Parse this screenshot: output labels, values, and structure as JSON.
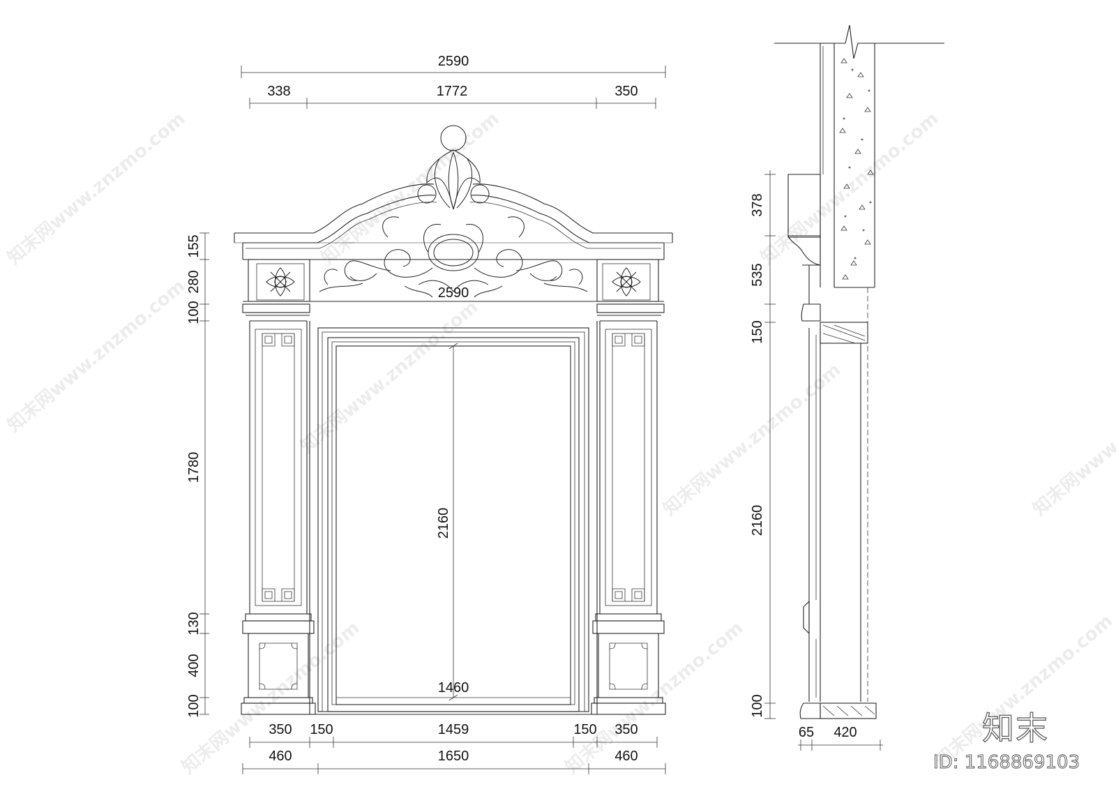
{
  "elevation": {
    "top_dims": [
      "2590",
      "338",
      "1772",
      "350"
    ],
    "left_dims": [
      "155",
      "280",
      "100",
      "1780",
      "130",
      "400",
      "100"
    ],
    "inner_dims": [
      "2590",
      "2160",
      "1460"
    ],
    "bottom_dims_row1": [
      "350",
      "150",
      "1459",
      "150",
      "350"
    ],
    "bottom_dims_row2": [
      "460",
      "1650",
      "460"
    ]
  },
  "section": {
    "left_dims": [
      "378",
      "535",
      "150",
      "2160",
      "100"
    ],
    "bottom_dims": [
      "65",
      "420"
    ]
  },
  "watermark": {
    "text": "知末网www.znzmo.com",
    "logo": "知末",
    "id": "ID: 1168869103"
  }
}
